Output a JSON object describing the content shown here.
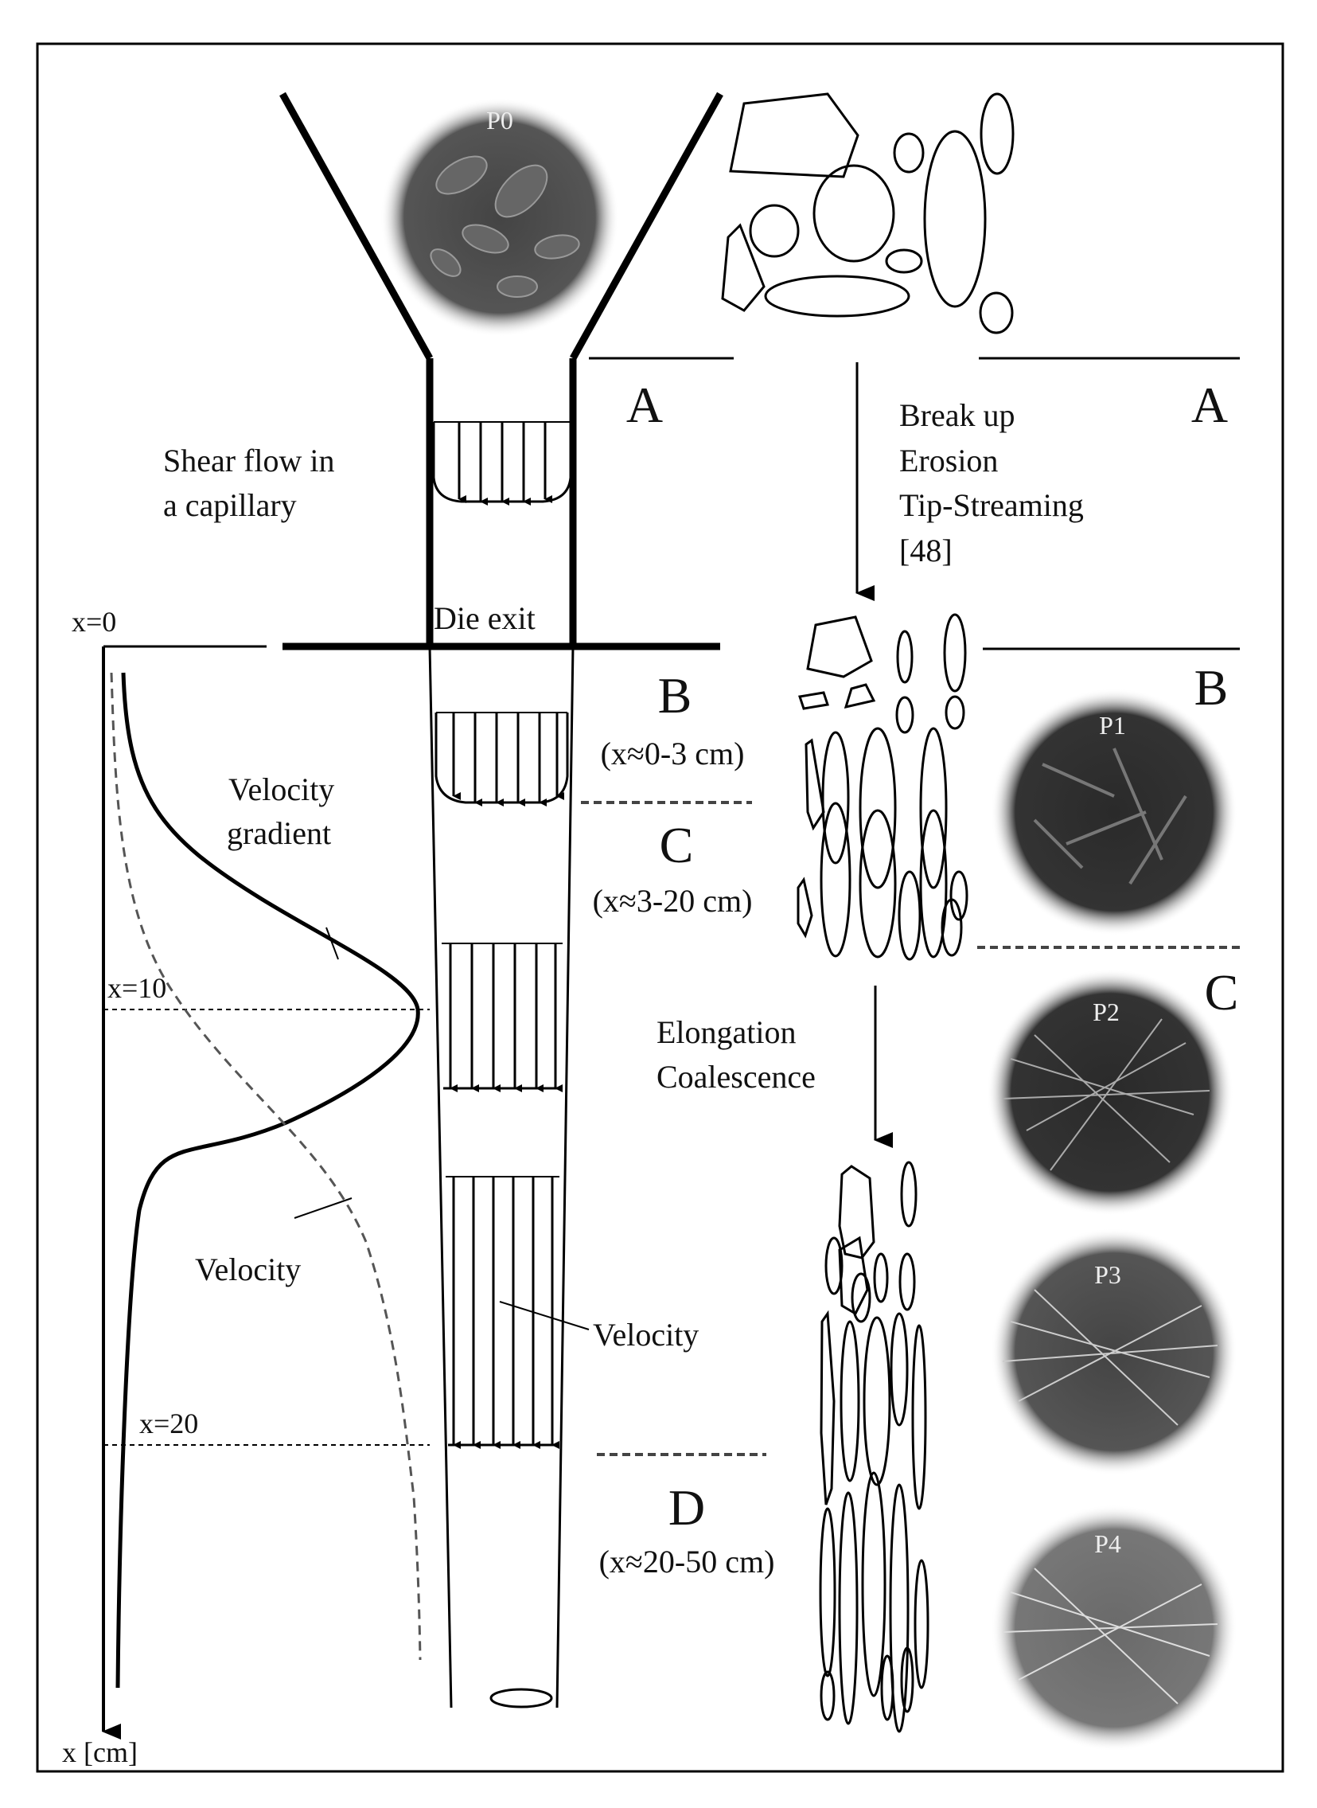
{
  "zones": {
    "a_left": "A",
    "a_right": "A",
    "b": "B",
    "b_right": "B",
    "b_range": "(x≈0-3 cm)",
    "c": "C",
    "c_right": "C",
    "c_range": "(x≈3-20 cm)",
    "d": "D",
    "d_range": "(x≈20-50 cm)"
  },
  "labels": {
    "shear_flow_1": "Shear flow in",
    "shear_flow_2": "a capillary",
    "die_exit": "Die exit",
    "break_up": "Break up",
    "erosion": "Erosion",
    "tip_streaming": "Tip-Streaming",
    "ref": "[48]",
    "elongation": "Elongation",
    "coalescence": "Coalescence",
    "velocity_gradient_1": "Velocity",
    "velocity_gradient_2": "gradient",
    "velocity_dashed": "Velocity",
    "velocity_arrows": "Velocity",
    "x0": "x=0",
    "x10": "x=10",
    "x20": "x=20",
    "x_axis": "x [cm]"
  },
  "micrographs": {
    "p0": "P0",
    "p1": "P1",
    "p2": "P2",
    "p3": "P3",
    "p4": "P4"
  }
}
